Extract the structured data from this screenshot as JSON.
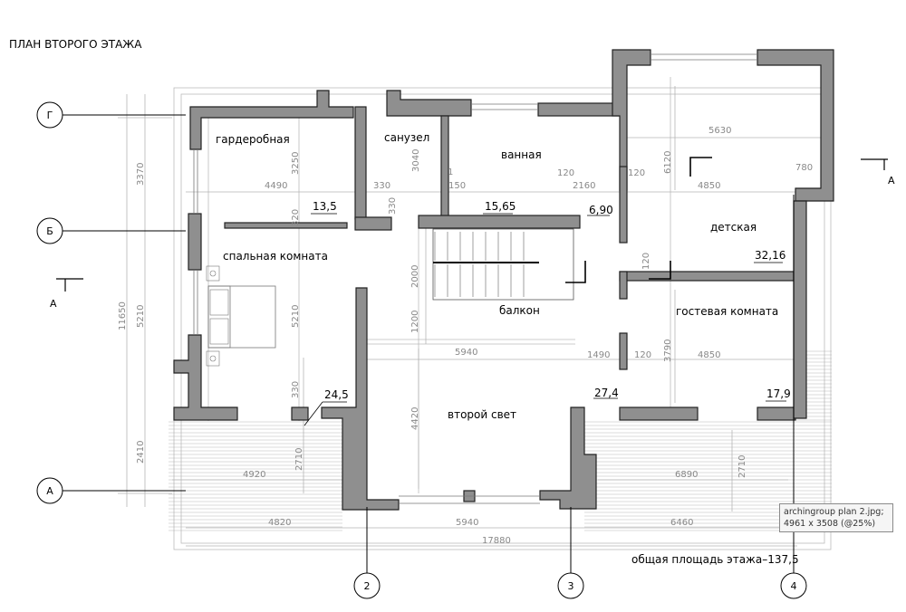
{
  "title": "ПЛАН ВТОРОГО ЭТАЖА",
  "rooms": {
    "wardrobe": "гардеробная",
    "wc": "санузел",
    "bathroom": "ванная",
    "bedroom": "спальная комната",
    "balcony": "балкон",
    "kids": "детская",
    "guest": "гостевая комната",
    "void": "второй свет"
  },
  "areas": {
    "wardrobe": "13,5",
    "hall": "15,65",
    "bathroom": "6,90",
    "kids": "32,16",
    "terrace_left": "24,5",
    "terrace_right": "27,4",
    "guest": "17,9"
  },
  "axes": {
    "row_g": "Г",
    "row_b": "Б",
    "row_a": "А",
    "col_2": "2",
    "col_3": "3",
    "col_4": "4"
  },
  "section_marks": {
    "left": "А",
    "right": "А"
  },
  "dimensions": {
    "d5630": "5630",
    "d6120": "6120",
    "d780": "780",
    "d4490": "4490",
    "d330a": "330",
    "d150": "150",
    "d2160": "2160",
    "d4850a": "4850",
    "d120a": "120",
    "d120b": "120",
    "d120c": "120",
    "d120d": "120",
    "d3370": "3370",
    "d3250": "3250",
    "d3040": "3040",
    "d330b": "330",
    "d320": "320",
    "d11650": "11650",
    "d5210a": "5210",
    "d5210b": "5210",
    "d2000": "2000",
    "d1200": "1200",
    "d5940a": "5940",
    "d1490": "1490",
    "d4850b": "4850",
    "d3790": "3790",
    "d4420": "4420",
    "d330c": "330",
    "d2410": "2410",
    "d2710a": "2710",
    "d2710b": "2710",
    "d4920": "4920",
    "d6890": "6890",
    "d4820": "4820",
    "d5940b": "5940",
    "d6460": "6460",
    "d17880": "17880",
    "d1": "1"
  },
  "total_area": "общая площадь этажа–137,5",
  "tooltip": {
    "line1": "archingroup plan 2.jpg;",
    "line2": "4961 x 3508 (@25%)"
  }
}
